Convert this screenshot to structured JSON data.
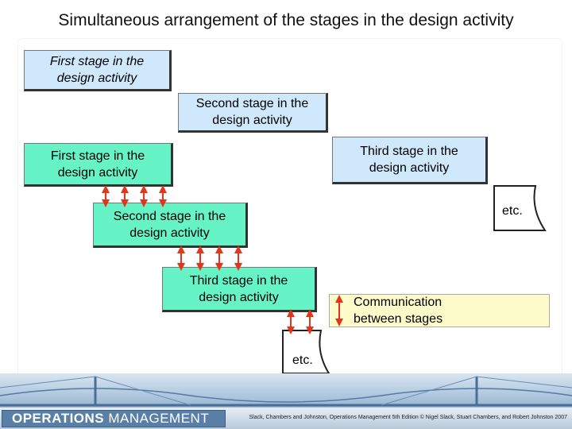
{
  "title": "Simultaneous arrangement of the stages in the design activity",
  "top_sequence": {
    "first": "First stage in the\ndesign activity",
    "second": "Second stage in the\ndesign activity",
    "third": "Third stage in the\ndesign activity",
    "etc": "etc."
  },
  "bottom_sequence": {
    "first": "First stage in the\ndesign activity",
    "second": "Second stage in the\ndesign activity",
    "third": "Third stage in the\ndesign activity",
    "etc": "etc."
  },
  "legend": {
    "label": "Communication\nbetween stages",
    "icon": "double-headed-arrow-icon"
  },
  "footer": {
    "logo_bold": "OPERATIONS",
    "logo_light": "MANAGEMENT",
    "copyright": "Slack, Chambers and Johnston, Operations Management 5th Edition © Nigel Slack, Stuart Chambers, and Robert Johnston 2007"
  },
  "colors": {
    "blue_box": "#cfe8fb",
    "green_box": "#66f3c6",
    "legend_box": "#fdfbc9",
    "arrow": "#e2361a"
  }
}
